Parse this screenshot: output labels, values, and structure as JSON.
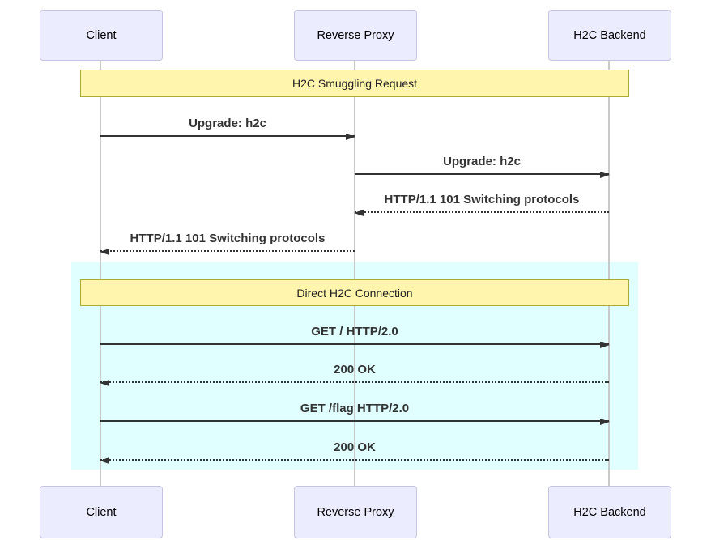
{
  "diagram_type": "sequence-diagram",
  "actors": [
    {
      "label": "Client"
    },
    {
      "label": "Reverse Proxy"
    },
    {
      "label": "H2C Backend"
    }
  ],
  "banners": [
    {
      "label": "H2C Smuggling Request"
    },
    {
      "label": "Direct H2C Connection"
    }
  ],
  "messages": [
    {
      "label": "Upgrade: h2c",
      "from": "Client",
      "to": "Reverse Proxy",
      "line": "solid"
    },
    {
      "label": "Upgrade: h2c",
      "from": "Reverse Proxy",
      "to": "H2C Backend",
      "line": "solid"
    },
    {
      "label": "HTTP/1.1 101 Switching protocols",
      "from": "H2C Backend",
      "to": "Reverse Proxy",
      "line": "dotted"
    },
    {
      "label": "HTTP/1.1 101 Switching protocols",
      "from": "Reverse Proxy",
      "to": "Client",
      "line": "dotted"
    },
    {
      "label": "GET / HTTP/2.0",
      "from": "Client",
      "to": "H2C Backend",
      "line": "solid"
    },
    {
      "label": "200 OK",
      "from": "H2C Backend",
      "to": "Client",
      "line": "dotted"
    },
    {
      "label": "GET /flag HTTP/2.0",
      "from": "Client",
      "to": "H2C Backend",
      "line": "solid"
    },
    {
      "label": "200 OK",
      "from": "H2C Backend",
      "to": "Client",
      "line": "dotted"
    }
  ],
  "highlighted_section": {
    "label": "Direct H2C Connection",
    "contains_messages": [
      4,
      5,
      6,
      7
    ]
  },
  "colors": {
    "actor_fill": "#ECECFF",
    "actor_border": "#C7C2E0",
    "banner_fill": "#FFF5AD",
    "banner_border": "#AAAA33",
    "highlight_fill": "#E0FFFF",
    "line_color": "#333333",
    "lifeline_color": "#C9C9C9",
    "text_color": "#333333"
  }
}
